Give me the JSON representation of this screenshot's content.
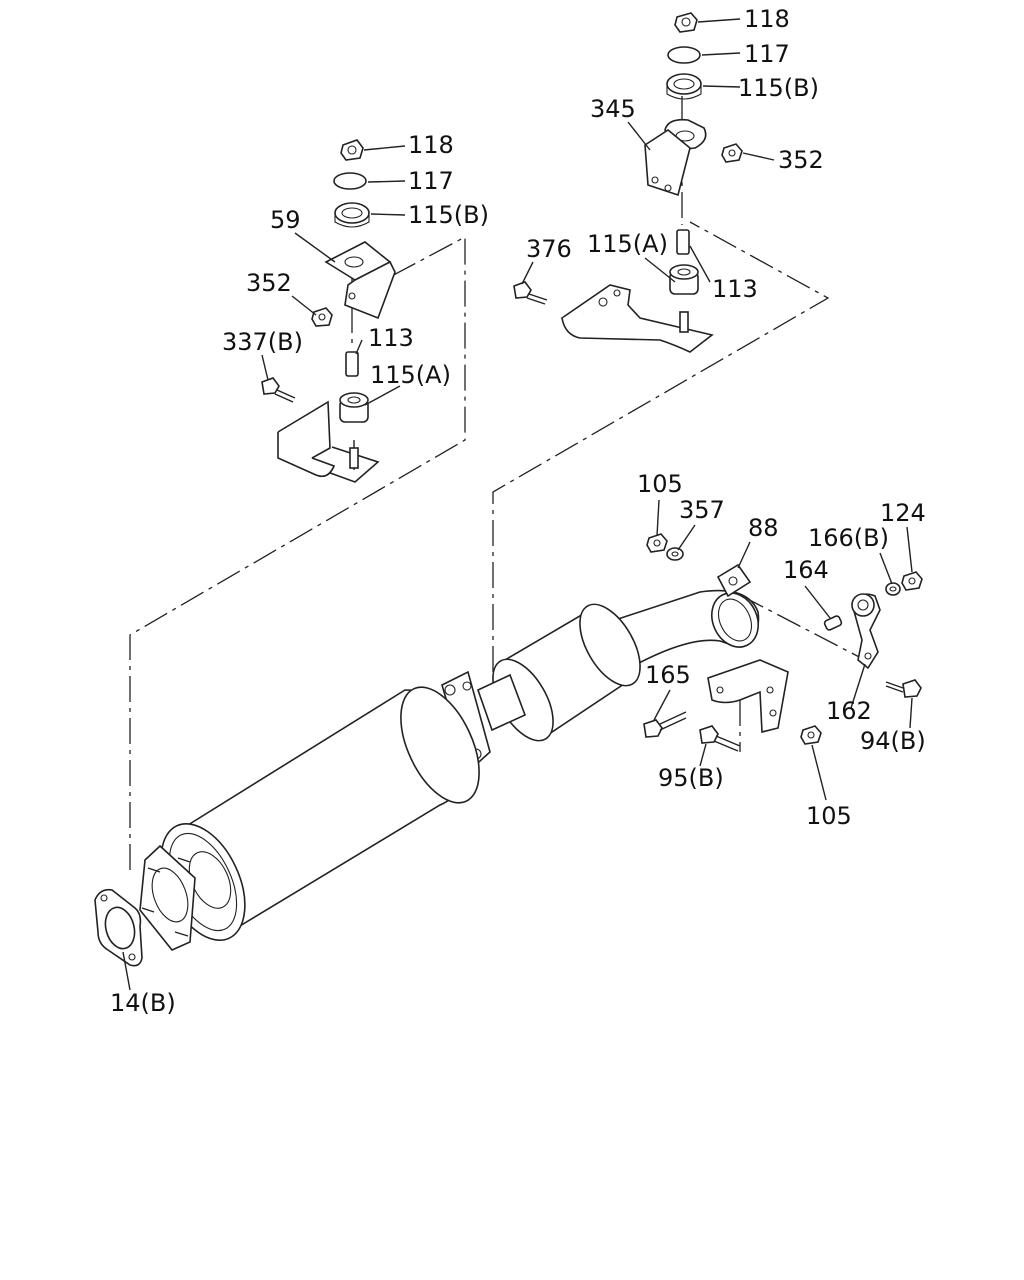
{
  "callouts": {
    "c118_right": "118",
    "c117_right": "117",
    "c115b_right": "115(B)",
    "c345": "345",
    "c352_right": "352",
    "c376": "376",
    "c115a_right": "115(A)",
    "c113_right": "113",
    "c118_left": "118",
    "c117_left": "117",
    "c115b_left": "115(B)",
    "c59": "59",
    "c352_left": "352",
    "c113_left": "113",
    "c337b": "337(B)",
    "c115a_left": "115(A)",
    "c105_top": "105",
    "c357": "357",
    "c88": "88",
    "c166b": "166(B)",
    "c124": "124",
    "c164": "164",
    "c165": "165",
    "c162": "162",
    "c94b": "94(B)",
    "c95b": "95(B)",
    "c105_bottom": "105",
    "c14b": "14(B)"
  }
}
